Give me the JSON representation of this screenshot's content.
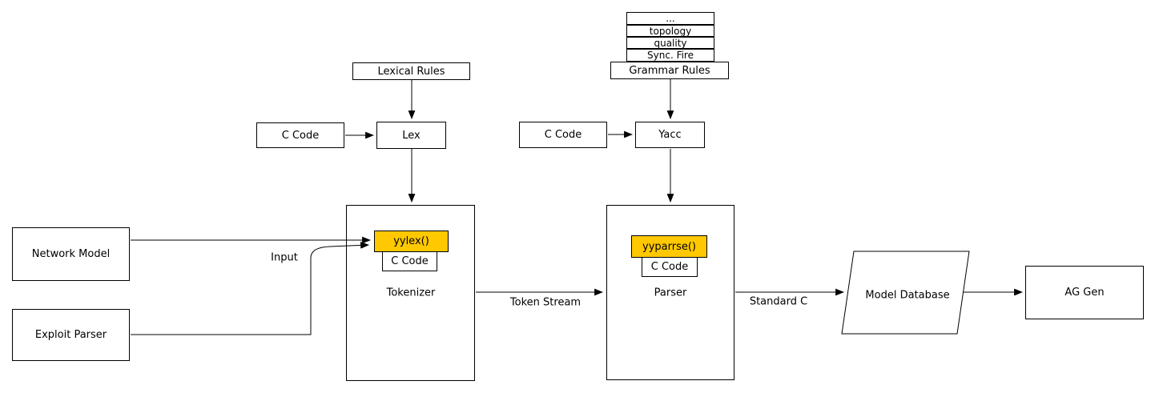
{
  "diagram": {
    "background": "#ffffff",
    "line_color": "#000000",
    "highlight_color": "#ffc800",
    "stack": {
      "rows": [
        "...",
        "topology",
        "quality",
        "Sync. Fire"
      ]
    },
    "nodes": {
      "grammar_rules": "Grammar Rules",
      "lexical_rules": "Lexical Rules",
      "c_code_lex": "C Code",
      "lex": "Lex",
      "c_code_yacc": "C Code",
      "yacc": "Yacc",
      "network_model": "Network Model",
      "exploit_parser": "Exploit Parser",
      "tokenizer": "Tokenizer",
      "yylex": "yylex()",
      "c_code_tokenizer": "C Code",
      "parser": "Parser",
      "yyparrse": "yyparrse()",
      "c_code_parser": "C Code",
      "model_database": "Model Database",
      "ag_gen": "AG Gen"
    },
    "edge_labels": {
      "input": "Input",
      "token_stream": "Token Stream",
      "standard_c": "Standard C"
    },
    "edges": [
      {
        "from": "Lexical Rules",
        "to": "Lex",
        "label": ""
      },
      {
        "from": "C Code",
        "to": "Lex",
        "label": ""
      },
      {
        "from": "Lex",
        "to": "Tokenizer",
        "label": ""
      },
      {
        "from": "Grammar Rules",
        "to": "Yacc",
        "label": ""
      },
      {
        "from": "C Code",
        "to": "Yacc",
        "label": ""
      },
      {
        "from": "Yacc",
        "to": "Parser",
        "label": ""
      },
      {
        "from": "Network Model",
        "to": "yylex()",
        "label": "Input"
      },
      {
        "from": "Exploit Parser",
        "to": "yylex()",
        "label": "Input"
      },
      {
        "from": "Tokenizer",
        "to": "Parser",
        "label": "Token Stream"
      },
      {
        "from": "Parser",
        "to": "Model Database",
        "label": "Standard C"
      },
      {
        "from": "Model Database",
        "to": "AG Gen",
        "label": ""
      }
    ]
  }
}
